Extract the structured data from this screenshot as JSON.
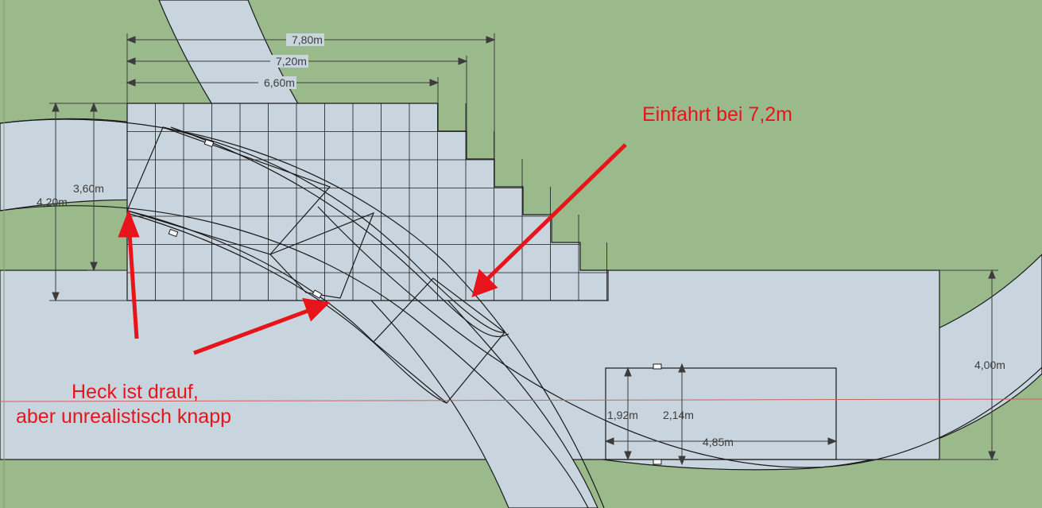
{
  "colors": {
    "ground": "#9aba8c",
    "paving": "#c9d5de",
    "line": "#1a1a1a",
    "dimension": "#3c3c3c",
    "annotation": "#e8141b",
    "axis": "#d06060"
  },
  "dimensions": {
    "width_outer": "7,80m",
    "width_mid": "7,20m",
    "width_inner": "6,60m",
    "height_outer": "4,20m",
    "height_inner": "3,60m",
    "car_width": "1,92m",
    "car_width_mirrors": "2,14m",
    "car_length": "4,85m",
    "road_width": "4,00m"
  },
  "annotations": {
    "entry": "Einfahrt bei 7,2m",
    "rear_line1": "Heck ist drauf,",
    "rear_line2": "aber unrealistisch knapp"
  }
}
